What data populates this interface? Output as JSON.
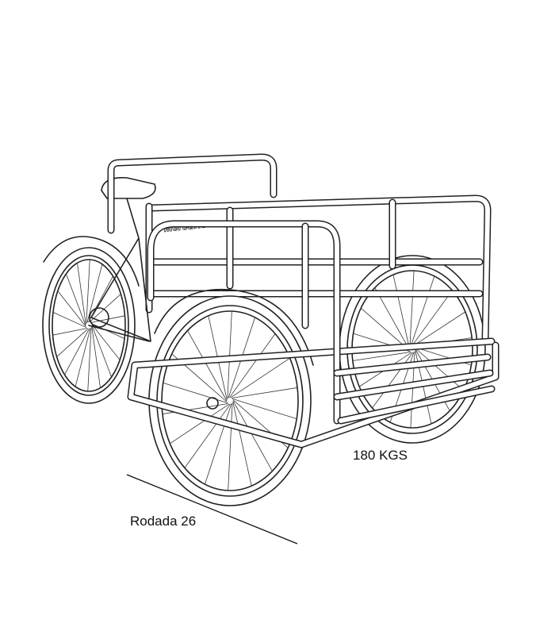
{
  "brand_logo": "Mercurio",
  "capacity_label": "180 KGS",
  "wheel_size_label": "Rodada 26",
  "colors": {
    "line": "#222222",
    "background": "#ffffff"
  }
}
